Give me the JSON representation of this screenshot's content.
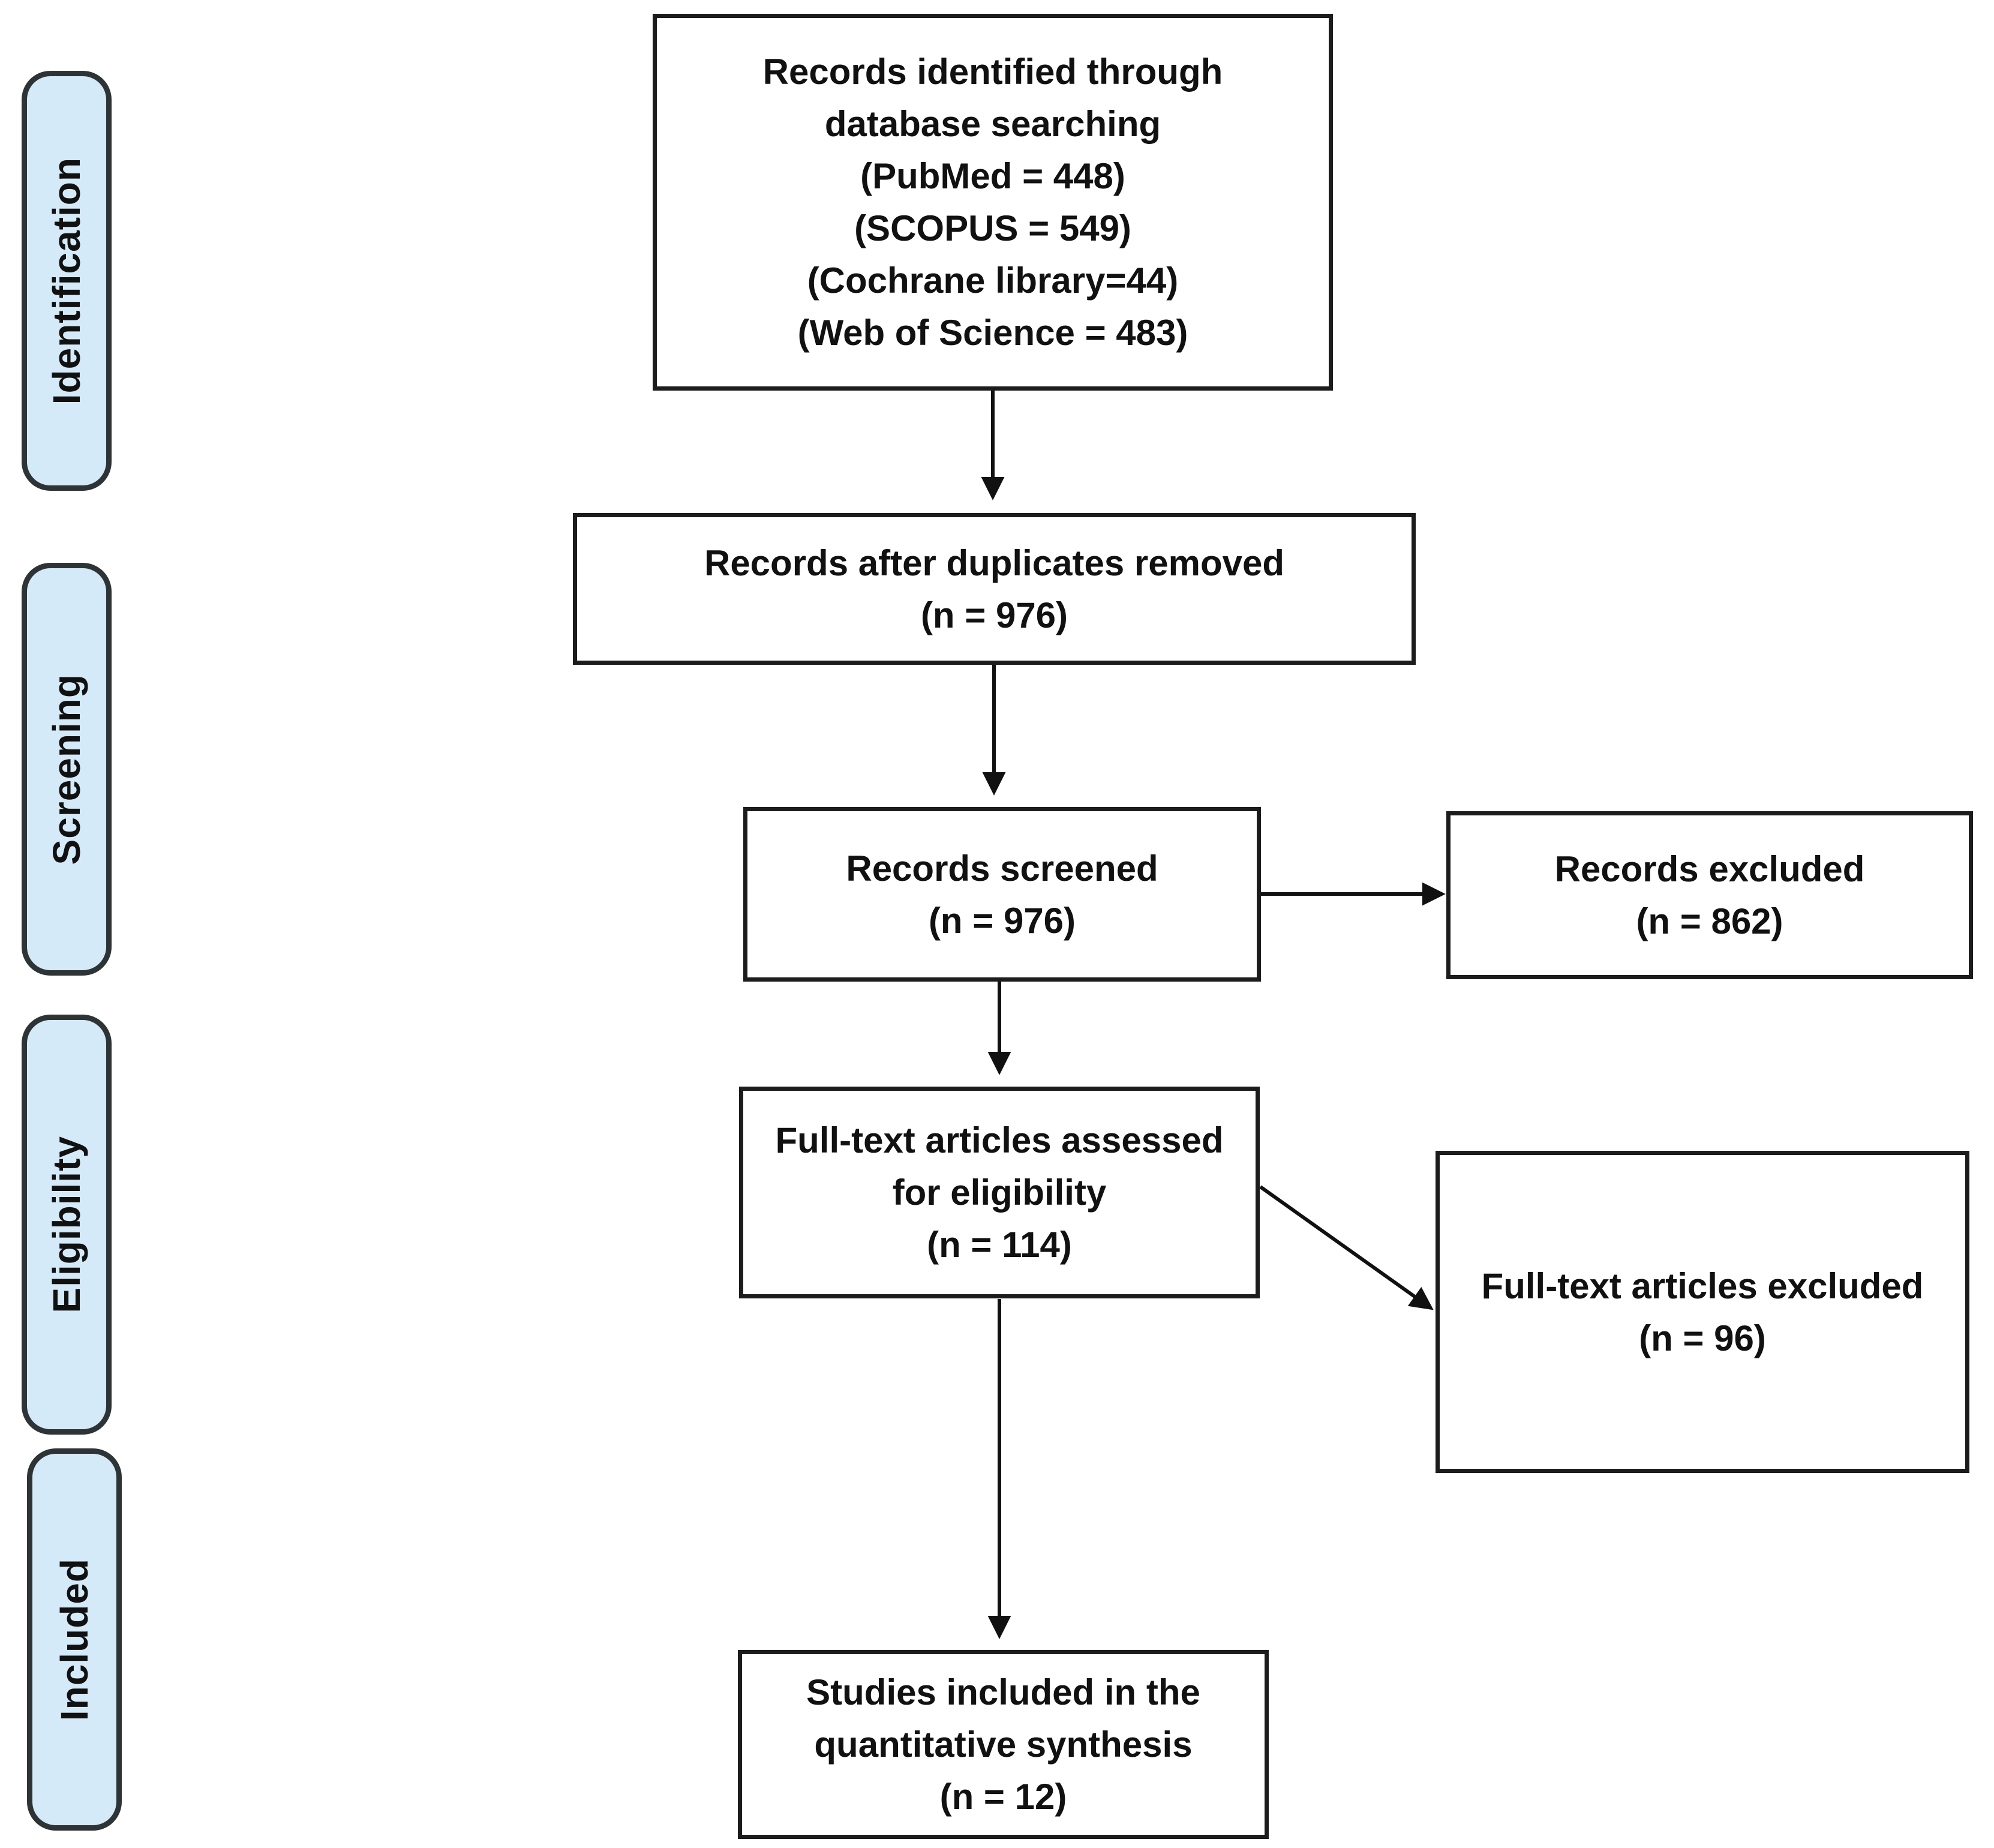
{
  "diagram": {
    "type": "prisma-flow",
    "stages": [
      {
        "label": "Identification"
      },
      {
        "label": "Screening"
      },
      {
        "label": "Eligibility"
      },
      {
        "label": "Included"
      }
    ],
    "boxes": {
      "identified": {
        "lines": [
          "Records identified through",
          "database searching",
          "(PubMed = 448)",
          "(SCOPUS = 549)",
          "(Cochrane library=44)",
          "(Web of Science = 483)"
        ]
      },
      "after_duplicates": {
        "lines": [
          "Records after duplicates removed",
          "(n = 976)"
        ]
      },
      "screened": {
        "lines": [
          "Records screened",
          "(n = 976)"
        ]
      },
      "records_excluded": {
        "lines": [
          "Records excluded",
          "(n = 862)"
        ]
      },
      "fulltext_assessed": {
        "lines": [
          "Full-text articles assessed",
          "for eligibility",
          "(n = 114)"
        ]
      },
      "fulltext_excluded": {
        "lines": [
          "Full-text articles excluded",
          "(n = 96)"
        ]
      },
      "included_studies": {
        "lines": [
          "Studies included in the",
          "quantitative synthesis",
          "(n = 12)"
        ]
      }
    },
    "colors": {
      "background": "#ffffff",
      "stage_fill": "#d5eaf9",
      "stage_border": "#2e3436",
      "box_fill": "#ffffff",
      "box_border": "#1c1c1c",
      "text": "#111111",
      "connector": "#111111"
    }
  }
}
